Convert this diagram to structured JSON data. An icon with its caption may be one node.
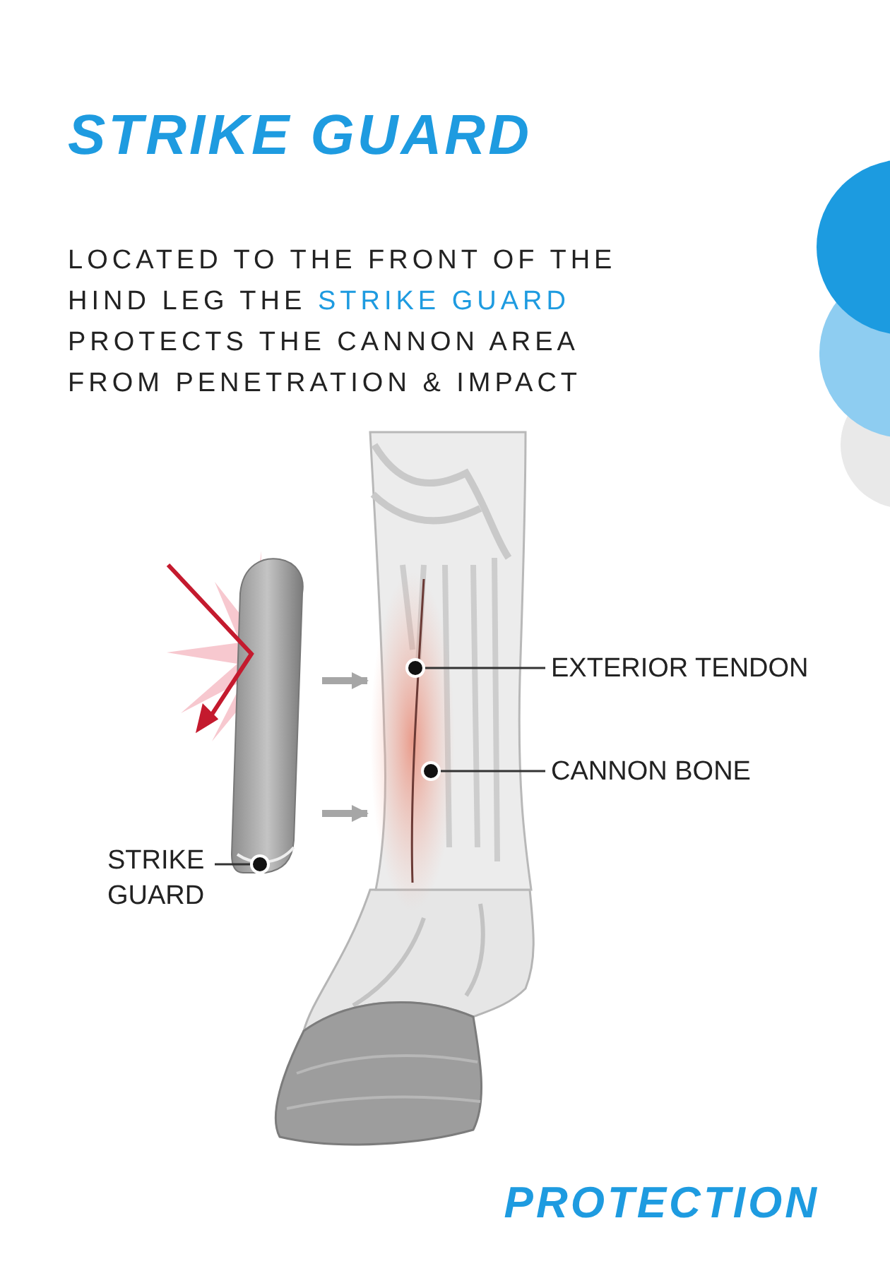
{
  "diagram": {
    "title": "STRIKE GUARD",
    "nodes": [
      {
        "text": [
          "EXTERIOR TENDON"
        ]
      },
      {
        "text": [],
        "shape": "circle",
        "in": 7
      },
      {
        "text": [
          "CANNON BONE"
        ]
      },
      {
        "text": [],
        "shape": "circle",
        "in": 7
      },
      {
        "text": [
          "STRIKE GUARD"
        ]
      },
      {
        "text": [],
        "shape": "circle",
        "in": 6
      },
      {
        "text": [],
        "shape": "picture"
      },
      {
        "text": [],
        "shape": "picture"
      }
    ],
    "edges": [
      {
        "from": 0,
        "to": 1,
        "arrow": "none"
      },
      {
        "from": 2,
        "to": 3,
        "arrow": "none"
      },
      {
        "from": 4,
        "to": 5,
        "arrow": "none"
      },
      {
        "from": 6,
        "to": 7,
        "arrow": "to",
        "color": "#a6a6a6",
        "style": "thick"
      },
      {
        "from": 6,
        "to": 7,
        "arrow": "to",
        "color": "#a6a6a6",
        "style": "thick"
      }
    ],
    "labels": [
      "LOCATED TO THE FRONT OF THE HIND LEG THE **STRIKE GUARD** PROTECTS THE CANNON AREA FROM PENETRATION & IMPACT",
      "PROTECTION"
    ]
  }
}
